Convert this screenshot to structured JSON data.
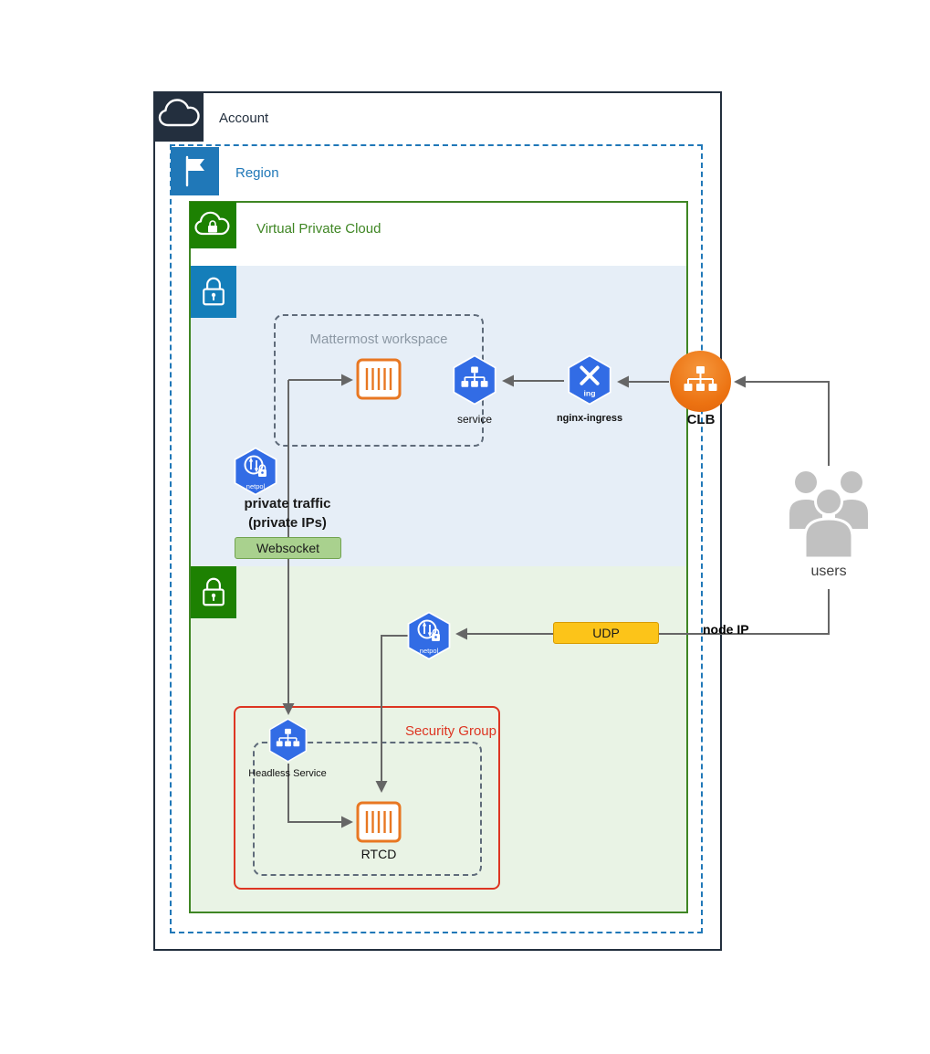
{
  "colors": {
    "account_navy": "#232f3e",
    "region_blue": "#2078b8",
    "vpc_green": "#3f8624",
    "icon_green": "#1d8102",
    "subnet_blue_icon": "#147eba",
    "subnet_blue_bg": "#e6eef7",
    "subnet_green_bg": "#e9f3e5",
    "k8s_blue": "#326ce5",
    "clb_orange": "#ec7211",
    "pod_orange": "#e87722",
    "security_red": "#dd3522",
    "dashed_gray": "#5f6b7a",
    "workspace_gray": "#8c98a4",
    "websocket_fill": "#a9d18e",
    "websocket_border": "#71a34f",
    "udp_fill": "#fcc419",
    "udp_border": "#d79b00",
    "edge_gray": "#666666",
    "users_gray": "#c1c1c1"
  },
  "containers": {
    "account": {
      "label": "Account"
    },
    "region": {
      "label": "Region"
    },
    "vpc": {
      "label": "Virtual Private Cloud"
    },
    "workspace": {
      "label": "Mattermost workspace"
    },
    "security_group": {
      "label": "Security Group"
    }
  },
  "nodes": {
    "service": {
      "label": "service"
    },
    "nginx_ingress": {
      "label": "nginx-ingress",
      "badge": "ing"
    },
    "clb": {
      "label": "CLB"
    },
    "netpol_top": {
      "label": "netpol",
      "caption_line1": "private traffic",
      "caption_line2": "(private IPs)"
    },
    "netpol_bottom": {
      "label": "netpol"
    },
    "headless_service": {
      "label": "Headless Service"
    },
    "rtcd": {
      "label": "RTCD"
    },
    "users": {
      "label": "users"
    }
  },
  "edge_labels": {
    "websocket": "Websocket",
    "udp": "UDP",
    "node_ip": "node IP"
  }
}
